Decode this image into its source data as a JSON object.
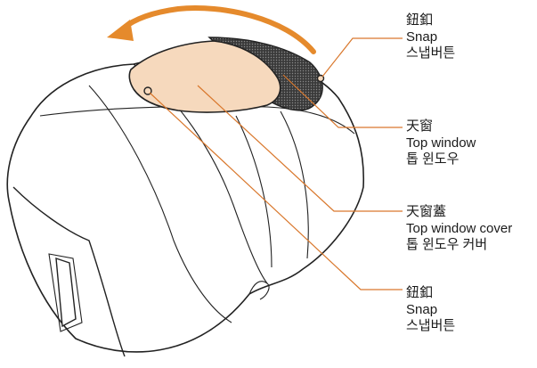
{
  "callouts": {
    "snap_top": {
      "line1": "鈕釦",
      "line2": "Snap",
      "line3": "스냅버튼"
    },
    "top_window": {
      "line1": "天窗",
      "line2": "Top window",
      "line3": "톱 윈도우"
    },
    "top_window_cover": {
      "line1": "天窗蓋",
      "line2": "Top window cover",
      "line3": "톱 윈도우 커버"
    },
    "snap_bottom": {
      "line1": "鈕釦",
      "line2": "Snap",
      "line3": "스냅버튼"
    }
  },
  "colors": {
    "leader_line": "#d9782d",
    "rotate_arrow": "#e58a2c",
    "cover_fill": "#f6d9bd",
    "mesh_window": "#2b2b2b",
    "outline": "#222222"
  },
  "icons": {
    "rotate_arrow": "curved-arrow-left-icon",
    "snap_button": "snap-button-icon"
  }
}
